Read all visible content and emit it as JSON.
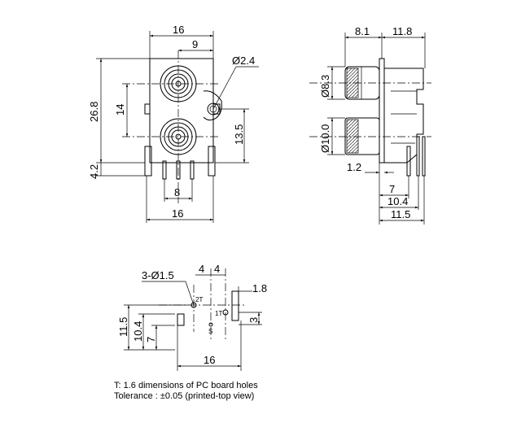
{
  "front": {
    "top_width": "16",
    "top_inner": "9",
    "hole_dia": "Ø2.4",
    "height": "26.8",
    "spacing": "14",
    "center_h": "13.5",
    "pin_h": "4.2",
    "pin_span": "8",
    "bottom_width": "16"
  },
  "side": {
    "left_w": "8.1",
    "right_w": "11.8",
    "d_top": "Ø8.3",
    "d_bottom": "Ø10.0",
    "offset": "1.2",
    "pin_7": "7",
    "pin_10_4": "10.4",
    "pin_11_5": "11.5"
  },
  "pcb": {
    "holes": "3-Ø1.5",
    "d4a": "4",
    "d4b": "4",
    "d1_8": "1.8",
    "h11_5": "11.5",
    "h10_4": "10.4",
    "h7": "7",
    "d3": "3",
    "w16": "16",
    "label_2t": "2T",
    "label_1t": "1T",
    "label_s": "S"
  },
  "notes": {
    "line1": "T: 1.6 dimensions of PC board holes",
    "line2": "Tolerance : ±0.05 (printed-top view)"
  }
}
